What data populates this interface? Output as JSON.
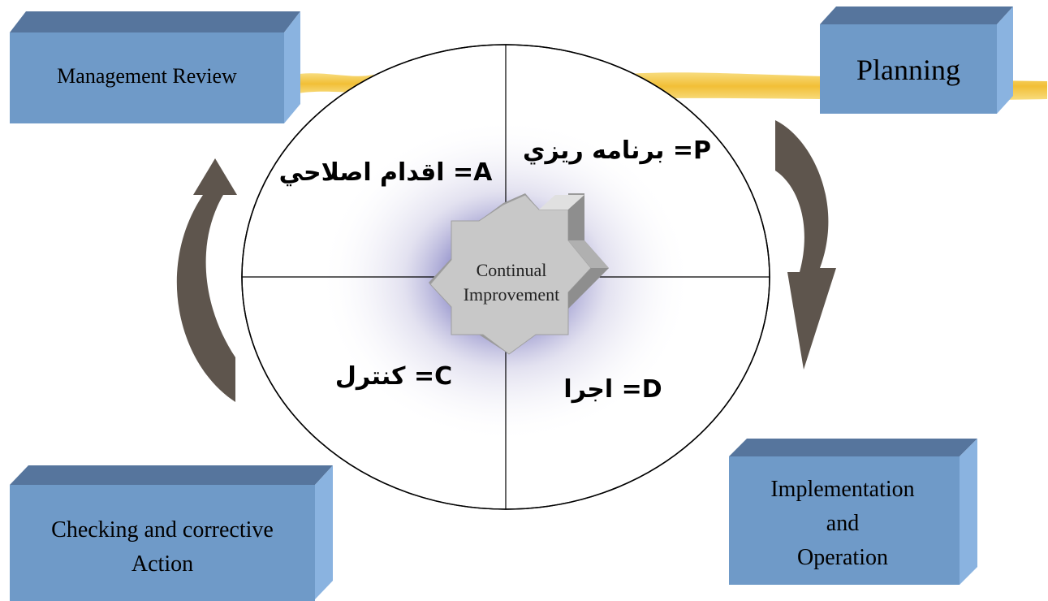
{
  "boxes": {
    "management_review": "Management Review",
    "planning": "Planning",
    "checking_line1": "Checking and corrective",
    "checking_line2": "Action",
    "implementation_line1": "Implementation",
    "implementation_line2": "and",
    "implementation_line3": "Operation"
  },
  "quadrants": {
    "p": "P= برنامه ريزي",
    "a": "A= اقدام اصلاحي",
    "c": "C= كنترل",
    "d": "D= اجرا"
  },
  "center": {
    "line1": "Continual",
    "line2": "Improvement"
  },
  "colors": {
    "box_front": "#6f9ac8",
    "box_top": "#56759d",
    "box_side": "#8ab3e0",
    "arrow": "#5e554d",
    "highlight": "#f2c12e",
    "glow": "#3a3aa0"
  },
  "icons": {
    "cycle_arrows": "curved-arrow-icon",
    "center_shape": "star-block-icon"
  }
}
